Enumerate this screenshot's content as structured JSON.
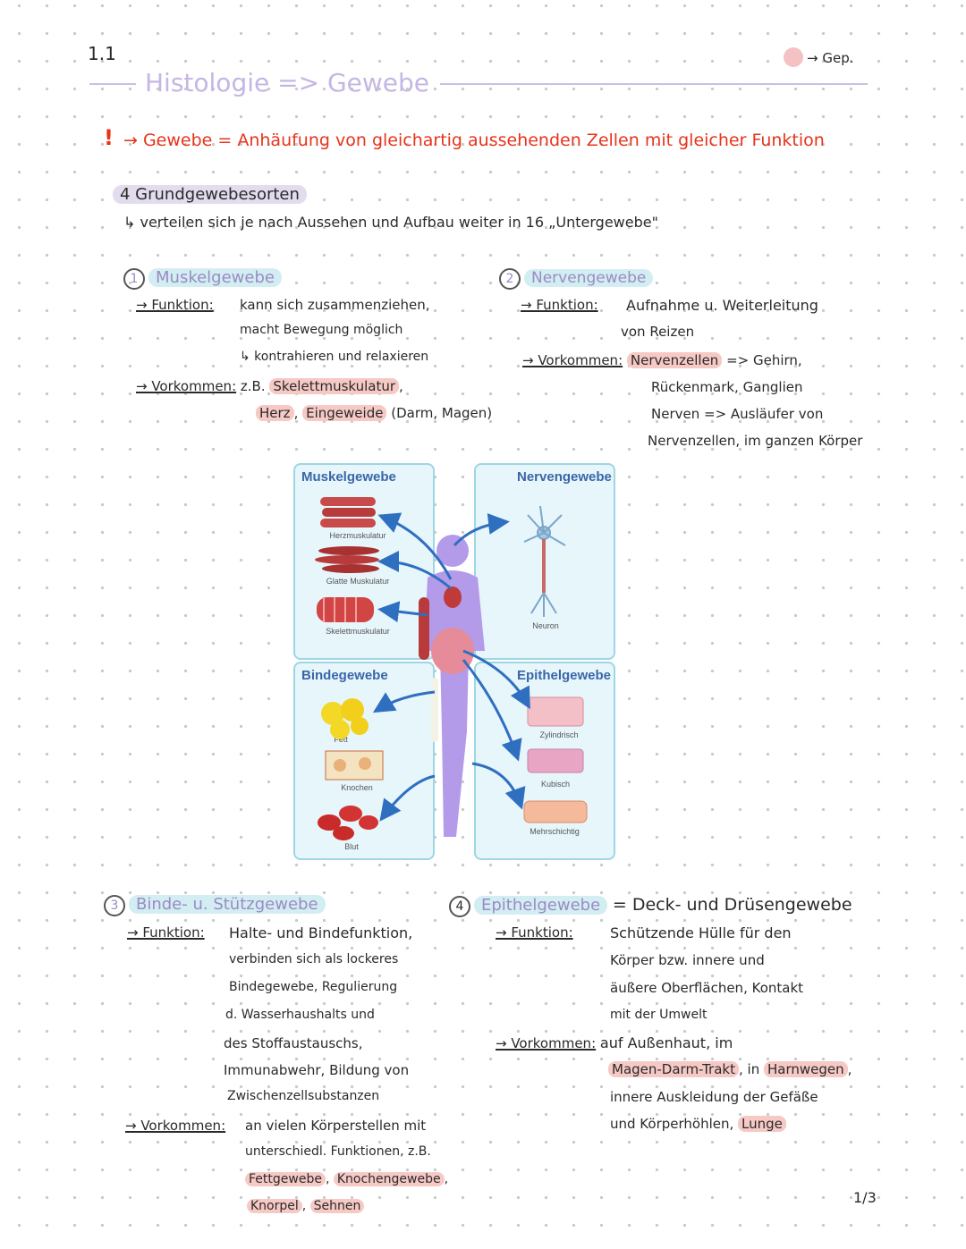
{
  "page_number": "1.1",
  "bookmark_label": "→ Gep.",
  "title": "Histologie => Gewebe",
  "definition": {
    "mark": "!",
    "text": "→ Gewebe = Anhäufung von gleichartig aussehenden Zellen mit gleicher Funktion"
  },
  "subheading": "4 Grundgewebesorten",
  "subheading_note": "↳ verteilen sich je nach Aussehen und Aufbau weiter in 16 „Untergewebe\"",
  "muskel": {
    "number": "1",
    "title": "Muskelgewebe",
    "funktion_label": "→ Funktion:",
    "funktion_lines": [
      "kann sich zusammenziehen,",
      "macht Bewegung möglich",
      "↳ kontrahieren und relaxieren"
    ],
    "vorkommen_label": "→ Vorkommen:",
    "vorkommen_prefix": "z.B.",
    "vorkommen_hl1": "Skelettmuskulatur",
    "vorkommen_sep1": ",",
    "vorkommen_hl2": "Herz",
    "vorkommen_sep2": ",",
    "vorkommen_hl3": "Eingeweide",
    "vorkommen_rest": "(Darm, Magen)"
  },
  "nerven": {
    "number": "2",
    "title": "Nervengewebe",
    "funktion_label": "→ Funktion:",
    "funktion_lines": [
      "Aufnahme u. Weiterleitung",
      "von Reizen"
    ],
    "vorkommen_label": "→ Vorkommen:",
    "vorkommen_hl1": "Nervenzellen",
    "vorkommen_rest1": "=> Gehirn,",
    "vorkommen_lines": [
      "Rückenmark, Ganglien",
      "Nerven => Ausläufer von",
      "Nervenzellen, im ganzen Körper"
    ]
  },
  "figure": {
    "muskel_title": "Muskelgewebe",
    "muskel_caps": [
      "Herzmuskulatur",
      "Glatte Muskulatur",
      "Skelettmuskulatur"
    ],
    "nerven_title": "Nervengewebe",
    "nerven_caps": [
      "Neuron"
    ],
    "binde_title": "Bindegewebe",
    "binde_caps": [
      "Fett",
      "Knochen",
      "Blut"
    ],
    "epithel_title": "Epithelgewebe",
    "epithel_caps": [
      "Zylindrisch",
      "Kubisch",
      "Mehrschichtig"
    ],
    "colors": {
      "panel_bg": "#e6f6fb",
      "panel_border": "#9ed6e4",
      "arrow": "#2f6fc0",
      "body": "#b39bea",
      "muscle": "#b83a3a"
    }
  },
  "binde": {
    "number": "3",
    "title": "Binde- u. Stützgewebe",
    "funktion_label": "→ Funktion:",
    "funktion_lines": [
      "Halte- und Bindefunktion,",
      "verbinden sich als lockeres",
      "Bindegewebe, Regulierung",
      "d. Wasserhaushalts und",
      "des Stoffaustauschs,",
      "Immunabwehr, Bildung von",
      "Zwischenzellsubstanzen"
    ],
    "vorkommen_label": "→ Vorkommen:",
    "vorkommen_lines": [
      "an vielen Körperstellen mit",
      "unterschiedl. Funktionen, z.B."
    ],
    "vorkommen_hl1": "Fettgewebe",
    "vorkommen_sep1": ",",
    "vorkommen_hl2": "Knochengewebe",
    "vorkommen_sep2": ",",
    "vorkommen_hl3": "Knorpel",
    "vorkommen_sep3": ",",
    "vorkommen_hl4": "Sehnen"
  },
  "epithel": {
    "number": "4",
    "title": "Epithelgewebe",
    "title_rest": "= Deck- und Drüsengewebe",
    "funktion_label": "→ Funktion:",
    "funktion_lines": [
      "Schützende Hülle für den",
      "Körper bzw. innere und",
      "äußere Oberflächen, Kontakt",
      "mit der Umwelt"
    ],
    "vorkommen_label": "→ Vorkommen:",
    "vorkommen_text1": "auf Außenhaut, im",
    "vorkommen_hl1": "Magen-Darm-Trakt",
    "vorkommen_mid": ", in",
    "vorkommen_hl2": "Harnwegen",
    "vorkommen_sep": ",",
    "vorkommen_line3": "innere Auskleidung der Gefäße",
    "vorkommen_line4": "und Körperhöhlen,",
    "vorkommen_hl3": "Lunge"
  },
  "page_fraction": "1/3"
}
